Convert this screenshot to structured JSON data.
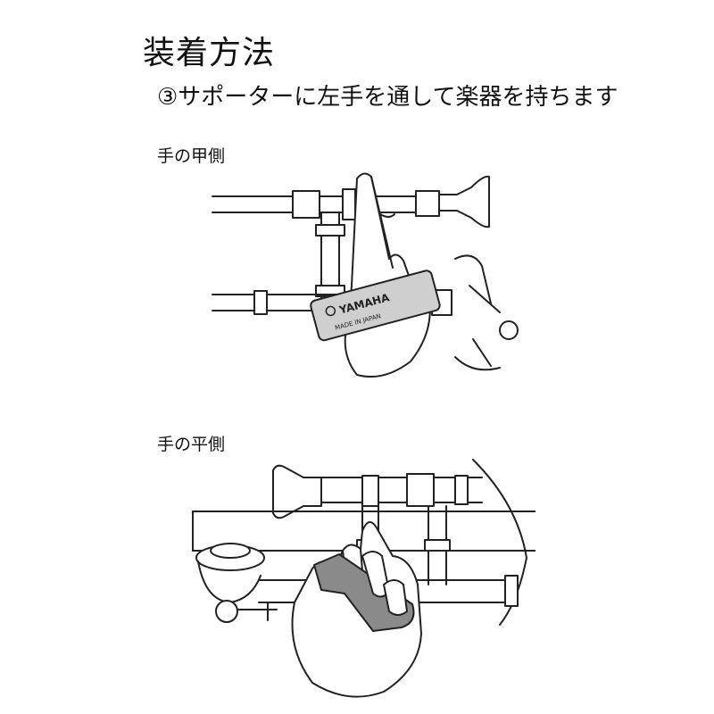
{
  "header": {
    "title": "装着方法",
    "step": "③サポーターに左手を通して楽器を持ちます"
  },
  "sections": [
    {
      "label": "手の甲側",
      "supporter": {
        "brand": "YAMAHA",
        "origin": "MADE IN JAPAN",
        "color": "#cfcfcf"
      }
    },
    {
      "label": "手の平側",
      "supporter": {
        "color": "#8a8a8a"
      }
    }
  ]
}
